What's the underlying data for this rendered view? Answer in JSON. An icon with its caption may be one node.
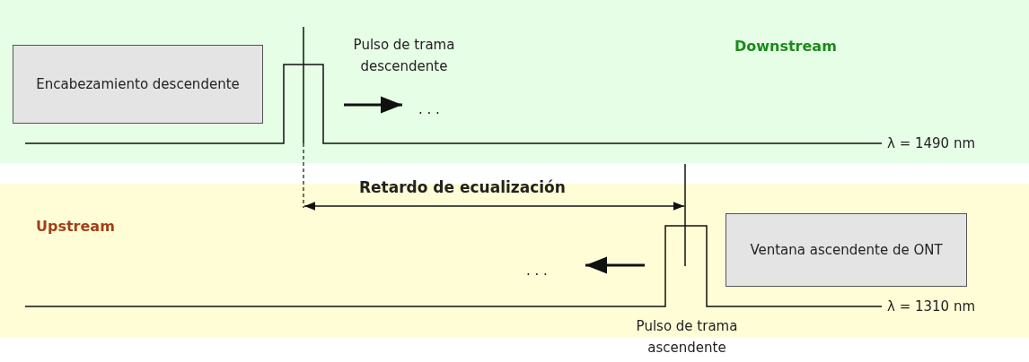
{
  "diagram": {
    "nodes": [
      {
        "text": [
          "Downstream"
        ]
      },
      {
        "text": [
          "Encabezamiento descendente"
        ],
        "in": 0
      },
      {
        "text": [
          "Upstream"
        ]
      },
      {
        "text": [
          "Ventana ascendente de ONT"
        ],
        "in": 2
      }
    ],
    "edges": [],
    "labels": [
      "Pulso de trama descendente",
      ". . .",
      "λ = 1490 nm",
      "Retardo de ecualización",
      ". . .",
      "λ = 1310 nm",
      "Pulso de trama ascendente"
    ]
  }
}
